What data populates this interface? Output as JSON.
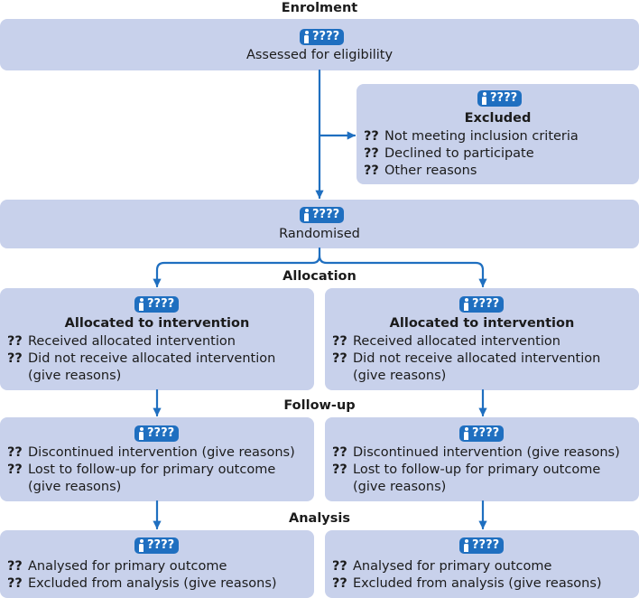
{
  "sections": {
    "enrolment": "Enrolment",
    "allocation": "Allocation",
    "follow_up": "Follow-up",
    "analysis": "Analysis"
  },
  "count_placeholder": "????",
  "item_marker": "??",
  "assessed": {
    "label": "Assessed for eligibility"
  },
  "excluded": {
    "title": "Excluded",
    "items": [
      "Not meeting inclusion criteria",
      "Declined to participate",
      "Other reasons"
    ]
  },
  "randomised": {
    "label": "Randomised"
  },
  "allocated": {
    "title": "Allocated to intervention",
    "items": [
      "Received allocated intervention",
      "Did not receive allocated intervention",
      "(give reasons)"
    ]
  },
  "follow_up": {
    "items": [
      "Discontinued intervention (give reasons)",
      "Lost to follow-up for primary outcome",
      "(give reasons)"
    ]
  },
  "analysis": {
    "items": [
      "Analysed for primary outcome",
      "Excluded from analysis (give reasons)"
    ]
  },
  "colors": {
    "box": "#c8d1eb",
    "badge": "#1f6fc0",
    "arrow": "#1f6fc0"
  },
  "icons": {
    "badge_icon": "person-icon",
    "arrow_head": "arrowhead"
  }
}
